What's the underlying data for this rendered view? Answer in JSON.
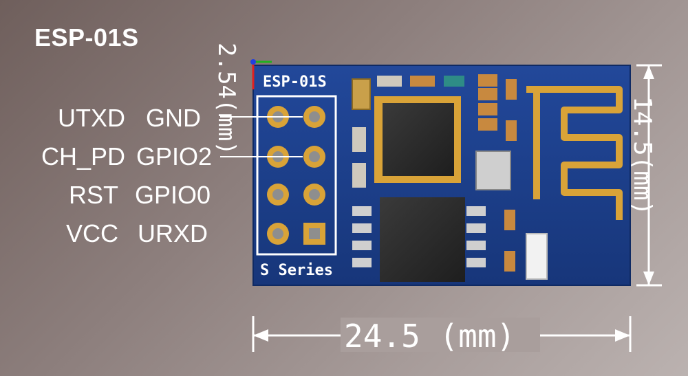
{
  "title": "ESP-01S",
  "pins": {
    "left": [
      "UTXD",
      "CH_PD",
      "RST",
      "VCC"
    ],
    "right": [
      "GND",
      "GPIO2",
      "GPIO0",
      "URXD"
    ]
  },
  "dimensions": {
    "pitch": "2.54(mm)",
    "height": "14.5(mm)",
    "width": "24.5 (mm)"
  },
  "board": {
    "silk_top": "ESP-01S",
    "silk_bottom": "S Series"
  },
  "colors": {
    "board": "#1b3f86",
    "gold": "#d9a338",
    "chip": "#2c2c2c",
    "background": "#8d7f7d"
  }
}
